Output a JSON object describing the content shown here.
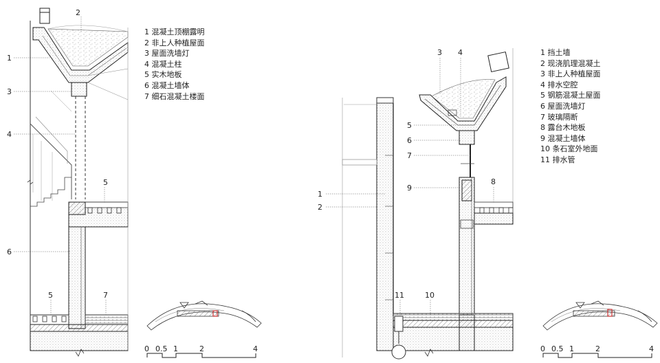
{
  "left_detail": {
    "legend": [
      "1 混凝土顶棚露明",
      "2 非上人种植屋面",
      "3 屋面洗墙灯",
      "4 混凝土柱",
      "5 实木地板",
      "6 混凝土墙体",
      "7 细石混凝土楼面"
    ],
    "callouts": [
      "2",
      "1",
      "3",
      "4",
      "5",
      "6",
      "5",
      "7"
    ],
    "scale_ticks": [
      "0",
      "0.5",
      "1",
      "2",
      "4"
    ]
  },
  "right_detail": {
    "legend": [
      "1 挡土墙",
      "2 现浇肌理混凝土",
      "3 非上人种植屋面",
      "4 排水空腔",
      "5 钢筋混凝土屋面",
      "6 屋面洗墙灯",
      "7 玻璃隔断",
      "8 露台木地板",
      "9 混凝土墙体",
      "10 条石室外地面",
      "11 排水管"
    ],
    "callouts": [
      "3",
      "4",
      "5",
      "6",
      "7",
      "9",
      "8",
      "1",
      "2",
      "11",
      "10"
    ],
    "scale_ticks": [
      "0",
      "0.5",
      "1",
      "2",
      "4"
    ]
  }
}
